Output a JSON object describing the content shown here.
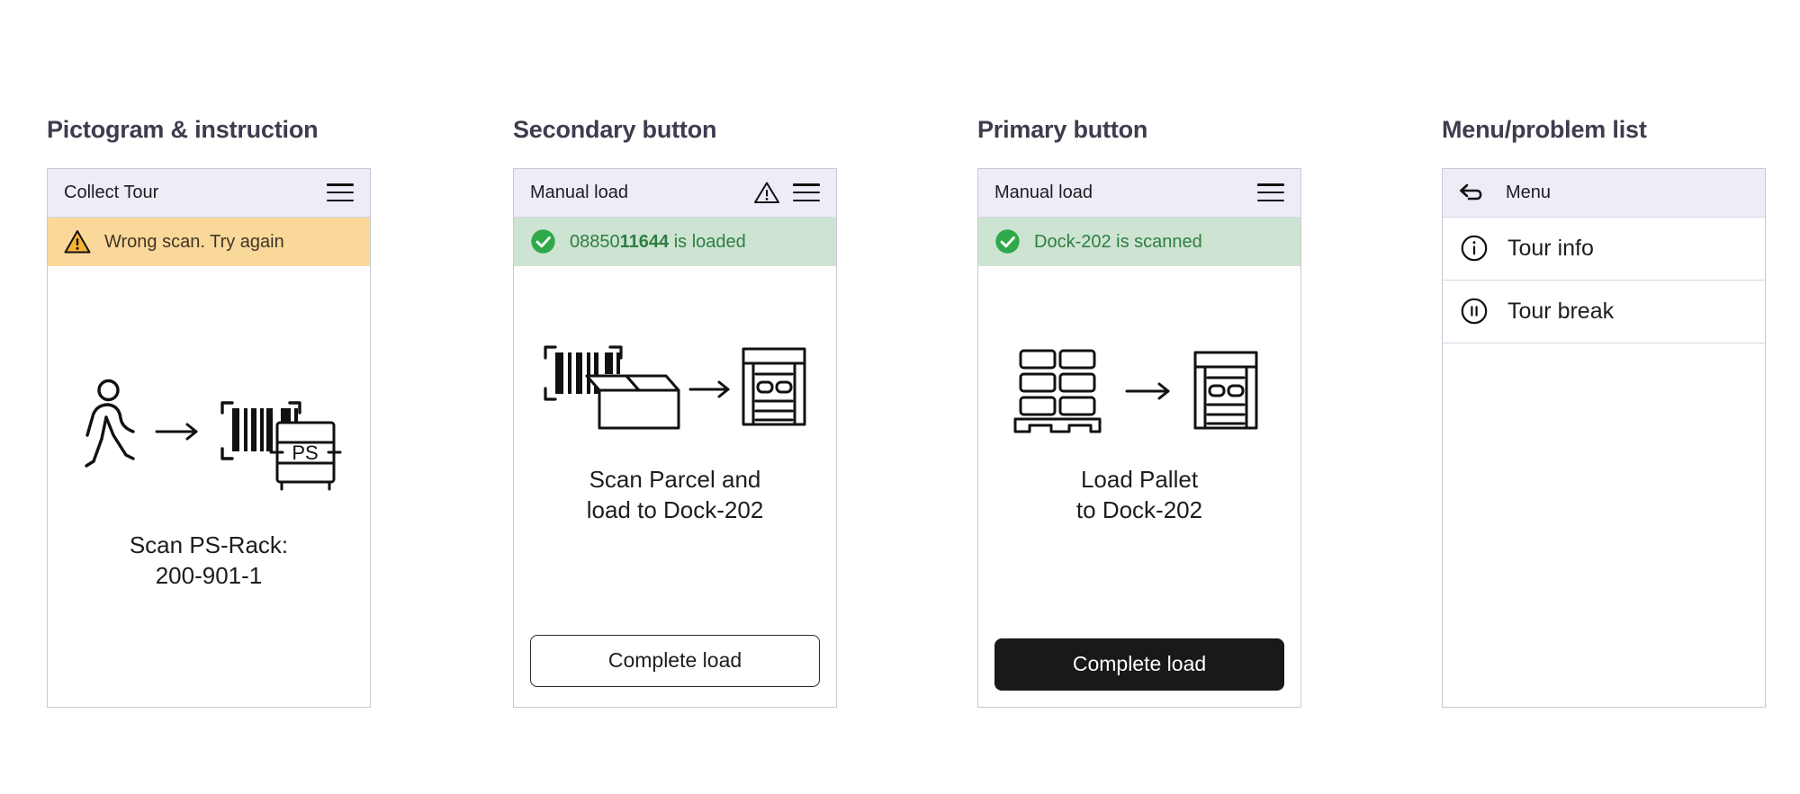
{
  "columns": [
    {
      "heading": "Pictogram & instruction",
      "card": {
        "header_title": "Collect Tour",
        "header_icons": [
          "hamburger-icon"
        ],
        "banner": {
          "type": "warning",
          "icon": "warning-triangle-icon",
          "message": "Wrong scan. Try again",
          "bg_color": "#fad89a",
          "text_color": "#3f3526"
        },
        "pictogram": "person-walking-to-barcode-rack",
        "instruction": "Scan PS-Rack:\n200-901-1",
        "rack_label": "PS",
        "button": null
      }
    },
    {
      "heading": "Secondary button",
      "card": {
        "header_title": "Manual load",
        "header_icons": [
          "warning-triangle-icon",
          "hamburger-icon"
        ],
        "banner": {
          "type": "success",
          "icon": "check-circle-icon",
          "message_plain": "08850",
          "message_bold": "11644",
          "message_suffix": " is loaded",
          "bg_color": "#cde4d2",
          "text_color": "#2e7d43"
        },
        "pictogram": "barcode-parcel-to-dock-door",
        "instruction": "Scan Parcel and\nload to Dock-202",
        "button": {
          "label": "Complete load",
          "style": "secondary",
          "bg_color": "#ffffff",
          "text_color": "#1d1d1f"
        }
      }
    },
    {
      "heading": "Primary button",
      "card": {
        "header_title": "Manual load",
        "header_icons": [
          "hamburger-icon"
        ],
        "banner": {
          "type": "success",
          "icon": "check-circle-icon",
          "message": "Dock-202 is scanned",
          "bg_color": "#cde4d2",
          "text_color": "#2e7d43"
        },
        "pictogram": "pallet-to-dock-door",
        "instruction": "Load Pallet\nto Dock-202",
        "button": {
          "label": "Complete load",
          "style": "primary",
          "bg_color": "#19191b",
          "text_color": "#ffffff"
        }
      }
    },
    {
      "heading": "Menu/problem list",
      "card": {
        "header_title": "Menu",
        "header_icons": [
          "back-arrow-icon"
        ],
        "items": [
          {
            "icon": "info-circle-icon",
            "label": "Tour info"
          },
          {
            "icon": "pause-circle-icon",
            "label": "Tour break"
          }
        ]
      }
    }
  ],
  "theme": {
    "header_bg": "#eeecf6",
    "card_border": "#c9c9d6",
    "heading_color": "#3d3d4e",
    "warning_yellow": "#f5b335",
    "success_green": "#2eaa4a",
    "page_bg": "#ffffff"
  }
}
